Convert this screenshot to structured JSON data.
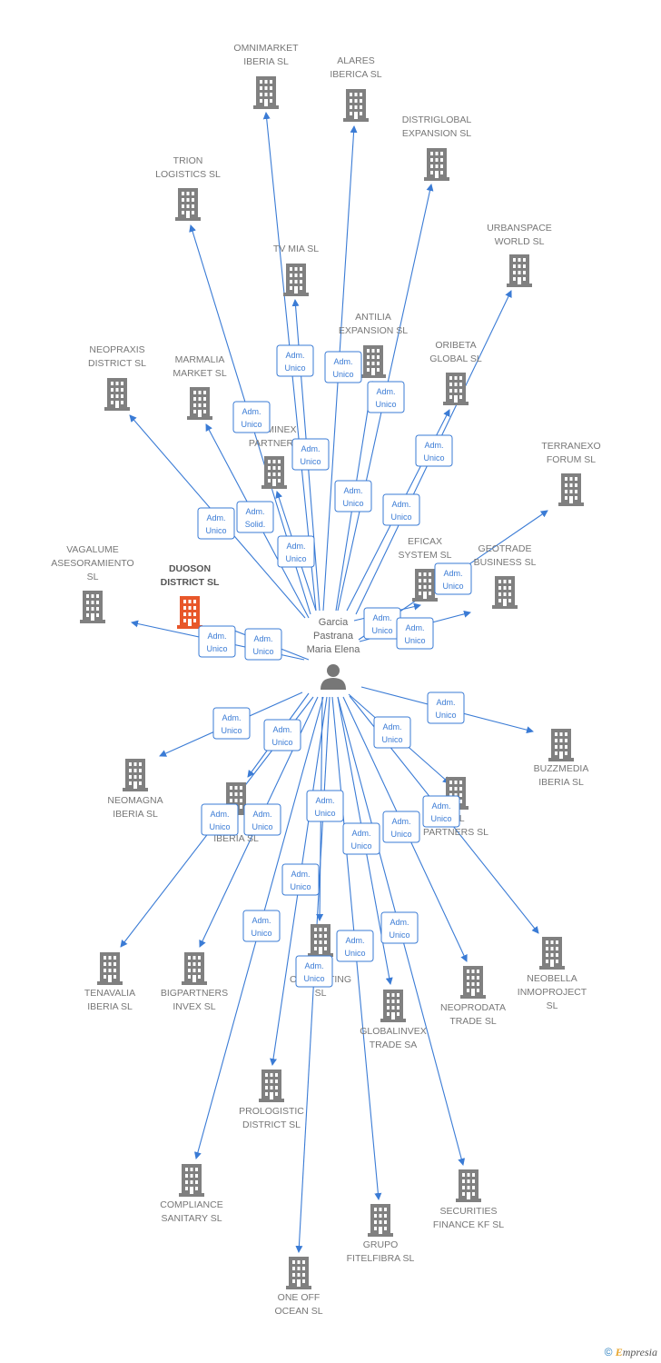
{
  "center": {
    "name_lines": [
      "Garcia",
      "Pastrana",
      "Maria Elena"
    ],
    "icon": "person-icon"
  },
  "colors": {
    "line": "#3a7bd5",
    "building": "#808080",
    "highlight": "#e8572a",
    "role_border": "#3a7bd5"
  },
  "companies": [
    {
      "id": "omnimarket",
      "lines": [
        "OMNIMARKET",
        "IBERIA  SL"
      ]
    },
    {
      "id": "alares",
      "lines": [
        "ALARES",
        "IBERICA  SL"
      ]
    },
    {
      "id": "distriglobal",
      "lines": [
        "DISTRIGLOBAL",
        "EXPANSION  SL"
      ]
    },
    {
      "id": "trion",
      "lines": [
        "TRION",
        "LOGISTICS  SL"
      ]
    },
    {
      "id": "urbanspace",
      "lines": [
        "URBANSPACE",
        "WORLD  SL"
      ]
    },
    {
      "id": "tvmia",
      "lines": [
        "TV MIA  SL"
      ]
    },
    {
      "id": "antilia",
      "lines": [
        "ANTILIA",
        "EXPANSION  SL"
      ]
    },
    {
      "id": "neopraxis",
      "lines": [
        "NEOPRAXIS",
        "DISTRICT  SL"
      ]
    },
    {
      "id": "marmalia",
      "lines": [
        "MARMALIA",
        "MARKET  SL"
      ]
    },
    {
      "id": "oribeta",
      "lines": [
        "ORIBETA",
        "GLOBAL  SL"
      ]
    },
    {
      "id": "dominex",
      "lines": [
        "DOMINEX",
        "PARTNERS"
      ]
    },
    {
      "id": "terranexo",
      "lines": [
        "TERRANEXO",
        "FORUM  SL"
      ]
    },
    {
      "id": "eficax",
      "lines": [
        "EFICAX",
        "SYSTEM SL"
      ]
    },
    {
      "id": "geotrade",
      "lines": [
        "GEOTRADE",
        "BUSINESS  SL"
      ]
    },
    {
      "id": "vagalume",
      "lines": [
        "VAGALUME",
        "ASESORAMIENTO",
        "SL"
      ]
    },
    {
      "id": "duoson",
      "lines": [
        "DUOSON",
        "DISTRICT  SL"
      ],
      "highlight": true
    },
    {
      "id": "buzzmedia",
      "lines": [
        "BUZZMEDIA",
        "IBERIA  SL"
      ]
    },
    {
      "id": "neomagna",
      "lines": [
        "NEOMAGNA",
        "IBERIA  SL"
      ]
    },
    {
      "id": "iberia_mid",
      "lines": [
        "IBERIA  SL"
      ]
    },
    {
      "id": "zal",
      "lines": [
        "ZAL",
        "PARTNERS  SL"
      ]
    },
    {
      "id": "tenavalia",
      "lines": [
        "TENAVALIA",
        "IBERIA  SL"
      ]
    },
    {
      "id": "bigpartners",
      "lines": [
        "BIGPARTNERS",
        "INVEX  SL"
      ]
    },
    {
      "id": "consulting",
      "lines": [
        "S",
        "CONSULTING",
        "SL"
      ]
    },
    {
      "id": "globalinvex",
      "lines": [
        "GLOBALINVEX",
        "TRADE SA"
      ]
    },
    {
      "id": "neoprodata",
      "lines": [
        "NEOPRODATA",
        "TRADE  SL"
      ]
    },
    {
      "id": "neobella",
      "lines": [
        "NEOBELLA",
        "INMOPROJECT",
        "SL"
      ]
    },
    {
      "id": "prologistic",
      "lines": [
        "PROLOGISTIC",
        "DISTRICT  SL"
      ]
    },
    {
      "id": "compliance",
      "lines": [
        "COMPLIANCE",
        "SANITARY  SL"
      ]
    },
    {
      "id": "grupo",
      "lines": [
        "GRUPO",
        "FITELFIBRA  SL"
      ]
    },
    {
      "id": "securities",
      "lines": [
        "SECURITIES",
        "FINANCE KF  SL"
      ]
    },
    {
      "id": "oneoff",
      "lines": [
        "ONE OFF",
        "OCEAN  SL"
      ]
    }
  ],
  "roles": [
    {
      "id": "r_tvmia",
      "lines": [
        "Adm.",
        "Unico"
      ]
    },
    {
      "id": "r_antilia",
      "lines": [
        "Adm.",
        "Unico"
      ]
    },
    {
      "id": "r_alares",
      "lines": [
        "Adm.",
        "Unico"
      ]
    },
    {
      "id": "r_trion",
      "lines": [
        "Adm.",
        "Unico"
      ]
    },
    {
      "id": "r_omnimarket",
      "lines": [
        "Adm.",
        "Unico"
      ]
    },
    {
      "id": "r_urbanspace",
      "lines": [
        "Adm.",
        "Unico"
      ]
    },
    {
      "id": "r_distriglobal",
      "lines": [
        "Adm.",
        "Unico"
      ]
    },
    {
      "id": "r_neopraxis",
      "lines": [
        "Adm.",
        "Unico"
      ]
    },
    {
      "id": "r_marmalia",
      "lines": [
        "Adm.",
        "Solid."
      ]
    },
    {
      "id": "r_oribeta",
      "lines": [
        "Adm.",
        "Unico"
      ]
    },
    {
      "id": "r_dominex",
      "lines": [
        "Adm.",
        "Unico"
      ]
    },
    {
      "id": "r_terranexo",
      "lines": [
        "Adm.",
        "Unico"
      ]
    },
    {
      "id": "r_eficax",
      "lines": [
        "Adm.",
        "Unico"
      ]
    },
    {
      "id": "r_geotrade",
      "lines": [
        "Adm.",
        "Unico"
      ]
    },
    {
      "id": "r_vagalume",
      "lines": [
        "Adm.",
        "Unico"
      ]
    },
    {
      "id": "r_duoson",
      "lines": [
        "Adm.",
        "Unico"
      ]
    },
    {
      "id": "r_neomagna",
      "lines": [
        "Adm.",
        "Unico"
      ]
    },
    {
      "id": "r_iberia_mid",
      "lines": [
        "Adm.",
        "Unico"
      ]
    },
    {
      "id": "r_buzzmedia",
      "lines": [
        "Adm.",
        "Unico"
      ]
    },
    {
      "id": "r_zal",
      "lines": [
        "Adm.",
        "Unico"
      ]
    },
    {
      "id": "r_tenavalia",
      "lines": [
        "Adm.",
        "Unico"
      ]
    },
    {
      "id": "r_bigpartners",
      "lines": [
        "Adm.",
        "Unico"
      ]
    },
    {
      "id": "r_consulting",
      "lines": [
        "Adm.",
        "Unico"
      ]
    },
    {
      "id": "r_globalinvex",
      "lines": [
        "Adm.",
        "Unico"
      ]
    },
    {
      "id": "r_neoprodata",
      "lines": [
        "Adm.",
        "Unico"
      ]
    },
    {
      "id": "r_prologistic",
      "lines": [
        "Adm.",
        "Unico"
      ]
    },
    {
      "id": "r_neobella",
      "lines": [
        "Adm.",
        "Unico"
      ]
    },
    {
      "id": "r_compliance",
      "lines": [
        "Adm.",
        "Unico"
      ]
    },
    {
      "id": "r_grupo",
      "lines": [
        "Adm.",
        "Unico"
      ]
    },
    {
      "id": "r_oneoff",
      "lines": [
        "Adm.",
        "Unico"
      ]
    },
    {
      "id": "r_securities",
      "lines": [
        "Adm.",
        "Unico"
      ]
    }
  ],
  "footer": {
    "copyright": "©",
    "brand_initial": "E",
    "brand_rest": "mpresia"
  }
}
